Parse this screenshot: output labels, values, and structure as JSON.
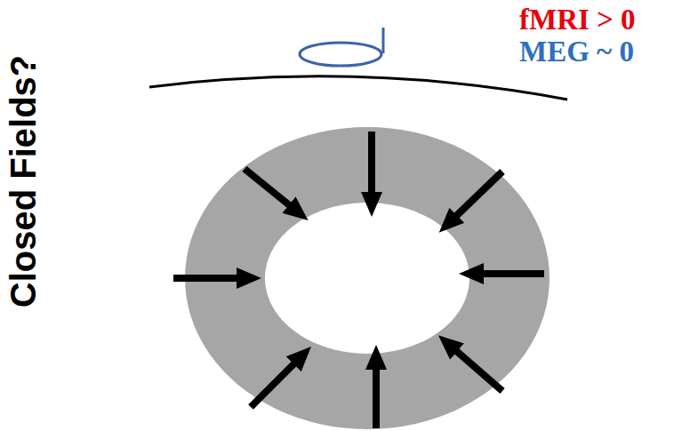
{
  "diagram": {
    "labels": [
      "Closed Fields?",
      "fMRI > 0",
      "MEG ~ 0"
    ]
  }
}
